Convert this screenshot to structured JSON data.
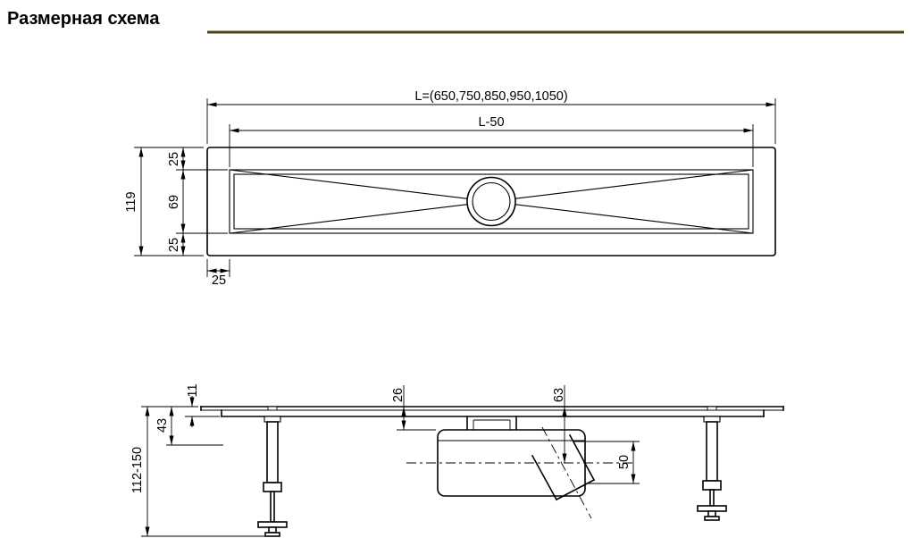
{
  "title": "Размерная схема",
  "colors": {
    "line": "#000000",
    "divider": "#513F14",
    "background": "#ffffff"
  },
  "top_view": {
    "total_length": "L=(650,750,850,950,1050)",
    "inner_length": "L-50",
    "overall_width": "119",
    "edge_top": "25",
    "channel_width": "69",
    "edge_bottom": "25",
    "side_offset": "25"
  },
  "side_view": {
    "grate_thickness": "11",
    "body_height": "43",
    "install_height": "112-150",
    "trap_top_offset": "26",
    "outlet_axis_depth": "63",
    "outlet_diameter": "50"
  }
}
